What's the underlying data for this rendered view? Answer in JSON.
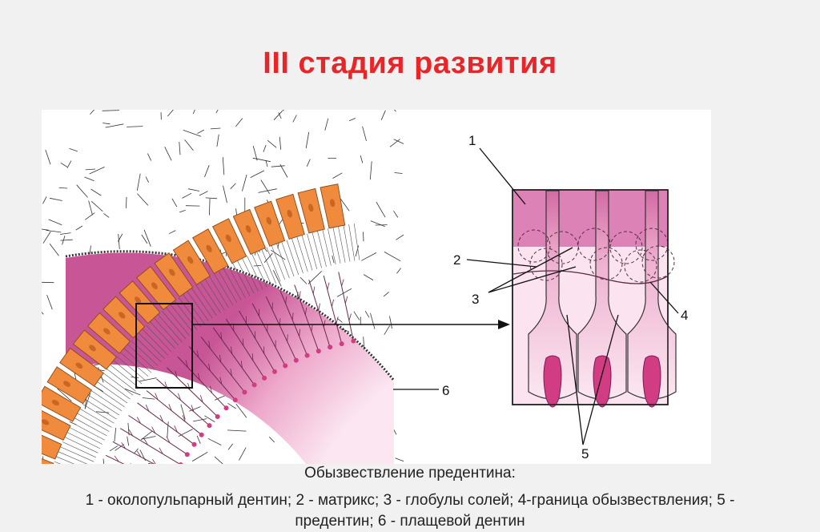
{
  "slide": {
    "title": "III стадия развития",
    "caption_heading": "Обызвествление предентина:",
    "caption_line1": "1 - околопульпарный дентин; 2 - матрикс;  3 - глобулы солей; 4-граница обызвествления;  5 -",
    "caption_line2": "предентин; 6 - плащевой дентин"
  },
  "figure": {
    "labels": {
      "l1": "1",
      "l2": "2",
      "l3": "3",
      "l4": "4",
      "l5": "5",
      "l6": "6"
    },
    "colors": {
      "ameloblast": "#f08a3c",
      "dentin_dark": "#cf5f9d",
      "dentin_light": "#f7d3e6",
      "nucleus": "#d13c82"
    }
  }
}
